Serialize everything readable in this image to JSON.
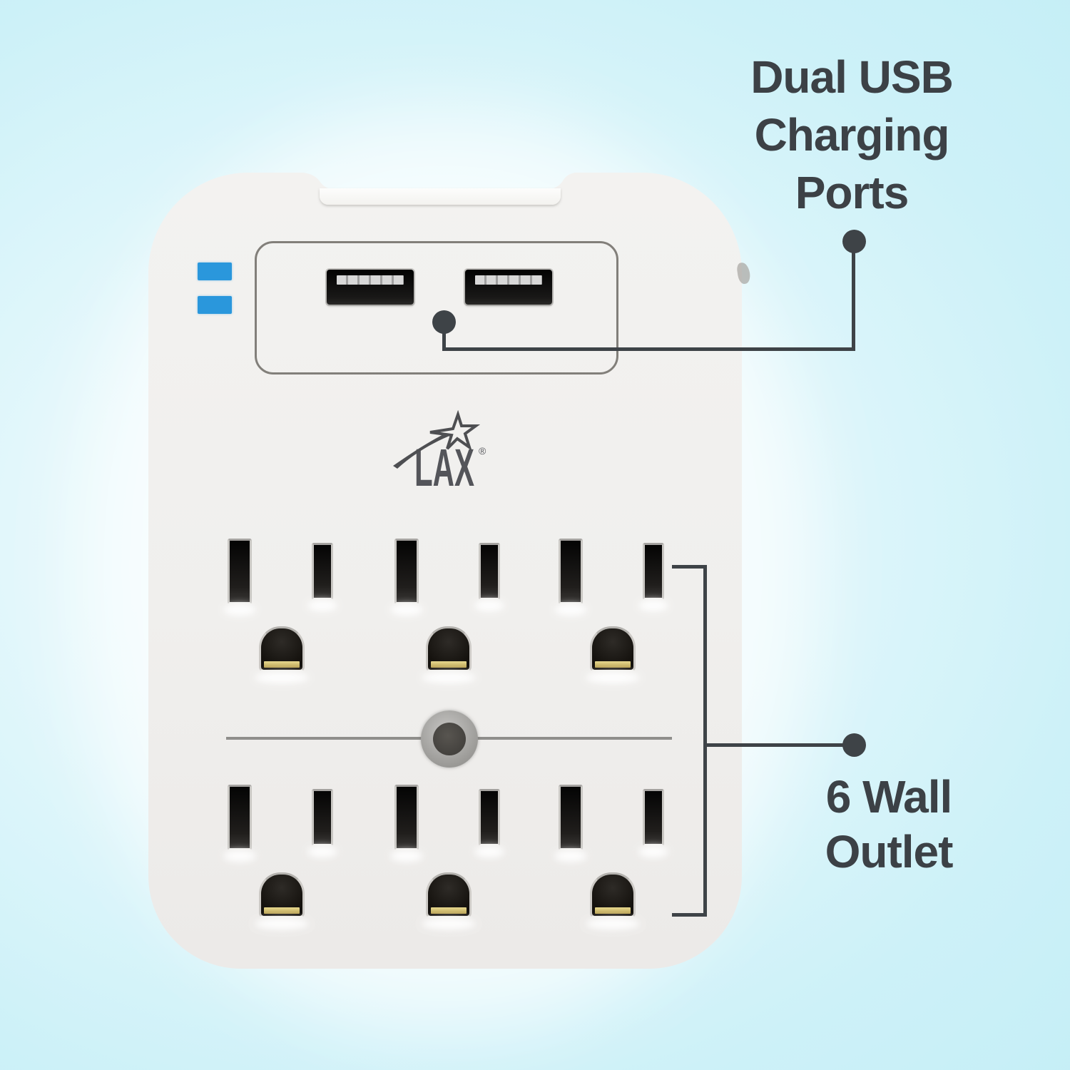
{
  "annotations": {
    "usb_label": {
      "lines": [
        "Dual USB",
        "Charging",
        "Ports"
      ]
    },
    "outlet_label": {
      "lines": [
        "6 Wall",
        "Outlet"
      ]
    },
    "text_color": "#3c4146",
    "line_color": "#3e4347"
  },
  "device": {
    "brand": "LAX",
    "registered_mark": "®",
    "usb_port_count": 2,
    "outlet_count": 6,
    "outlet_rows": 2,
    "outlet_columns": 3,
    "body_color": "#f1f0ee",
    "led_color": "#2a97dc",
    "brass_contact_color": "#c9b469"
  },
  "background": {
    "center_color": "#f1fbfd",
    "edge_color": "#c4eef6"
  }
}
